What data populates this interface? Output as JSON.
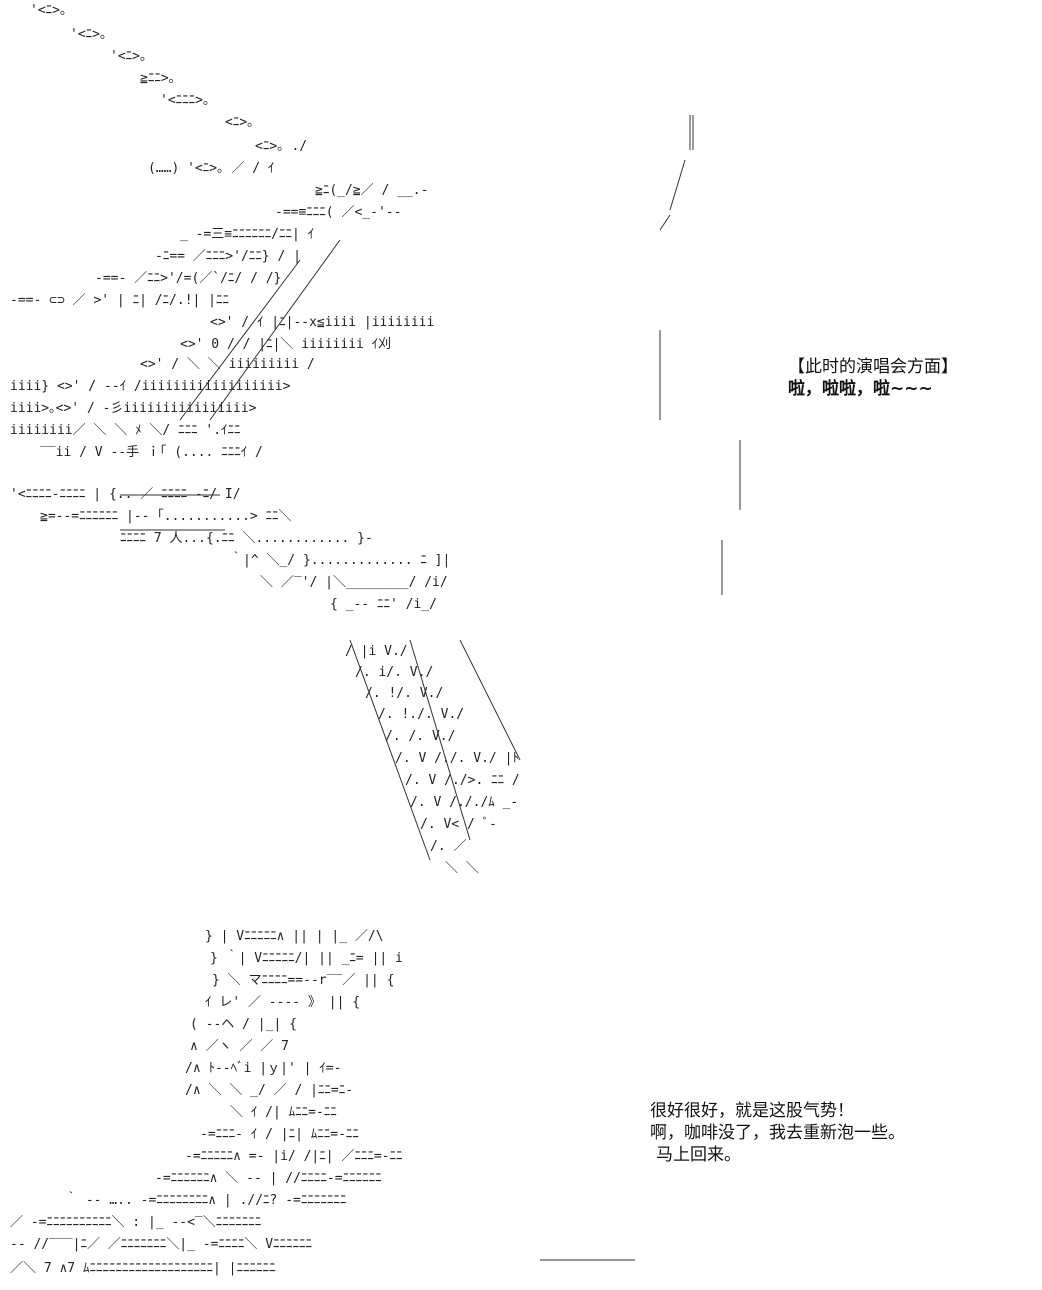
{
  "top_caption": {
    "line1": "【此时的演唱会方面】",
    "line2": "啦，啦啦，啦~~~"
  },
  "bottom_caption": {
    "line1": "很好很好，就是这股气势！",
    "line2": "啊，咖啡没了，我去重新泡一些。",
    "line3": "马上回来。"
  },
  "art": {
    "ink_color": "#222222",
    "lines": [
      "'<ﾆ>｡",
      "'<ﾆ>｡",
      "'<ﾆ>｡",
      "≧ﾆﾆ>｡",
      "'<ﾆﾆﾆ>｡",
      "<ﾆ>｡",
      "<ﾆ>｡  ./",
      "(……)   '<ﾆ>｡ ／ /  ｲ",
      "≧ﾆ(_/≧／ /  __.-",
      "-==≡ﾆﾆﾆ( ／<_-'--",
      "_ -=三≡ﾆﾆﾆﾆﾆﾆ/ﾆﾆ| ｲ",
      "-ﾆ== ／ﾆﾆﾆ>'/ﾆﾆ} / |",
      "-==- ／ﾆﾆ>'/=(／`/ﾆ/ / /}",
      "-==-  ⊂⊃ ／ >'  | ﾆ|  /ﾆ/.!| |ﾆﾆ",
      "<>'  / ｲ |ﾆ|--x≦iiii |iiiiiiii",
      "<>' 0  / /  |ﾆ|＼  iiiiiiii ｲ刈",
      "<>'  /  ＼ ＼ iiiiiiiii /",
      "iiii} <>' /  --ｲ /iiiiiiiiiiiiiiiiii>",
      "iiii>｡<>' /  -彡iiiiiiiiiiiiiiii>",
      "iiiiiiii／ ＼ ＼  ﾒ ＼/ ﾆﾆﾆ  '.ｲﾆﾆ",
      "‾‾ii /  V  --手 ｉ｢ (.... ﾆﾆﾆｲ /",
      "'<ﾆﾆﾆﾆ-ﾆﾆﾆﾆ |  {.. ／ ﾆﾆﾆﾆ -ﾆ/ I/",
      "≧=--=ﾆﾆﾆﾆﾆﾆ |-- ｢...........> ﾆﾆ＼",
      "ﾆﾆﾆﾆ 7  人...{.ﾆﾆ ＼............ }-",
      "｀|^ ＼_/ }............. ﾆ ]|",
      "＼ ／‾'/ |＼________/ /i/",
      "{  _-- ﾆﾆ' /i_/",
      "/  |i  V./",
      "/.  i/.  V./",
      "/.  !/.  V./",
      "/.  !./.  V./",
      "/.  /.  V./",
      "/.  V /./.  V./ |ﾄ",
      "/.  V /./>.  ﾆﾆ /",
      "/.  V /././ﾑ  _-",
      "/.  V<  /  ﾞ-",
      "/.  ／",
      "＼ ＼",
      "}  |  Vﾆﾆﾆﾆﾆ∧  ||  |  |_ ／/\\",
      "} ｀| Vﾆﾆﾆﾆﾆ/|  ||  _ﾆ=  || i",
      "} ＼ マﾆﾆﾆﾆ==--r‾‾／  || {",
      "ｲ  レ' ／ ---- 》 || {",
      "(  --ヘ  /  |_| {",
      "∧  ／ヽ  ／ ／ 7",
      "/∧ ﾄ--ﾍﾞi  |ｙ|'  |  ｲ=-",
      "/∧ ＼  ＼ _/  ／ /  |ﾆﾆ=ﾆ-",
      "＼  ｲ  /| ﾑﾆﾆ=-ﾆﾆ",
      "-=ﾆﾆﾆ-  ｲ /  |ﾆ| ﾑﾆﾆ=-ﾆﾆ",
      "-=ﾆﾆﾆﾆﾆ∧ =-  |i/  /|ﾆ| ／ﾆﾆﾆ=-ﾆﾆ",
      "-=ﾆﾆﾆﾆﾆﾆ∧ ＼ -- |  //ﾆﾆﾆﾆ-=ﾆﾆﾆﾆﾆﾆ",
      "｀ -- ….. -=ﾆﾆﾆﾆﾆﾆﾆﾆ∧ |  .//ﾆ? -=ﾆﾆﾆﾆﾆﾆﾆ",
      "／  -=ﾆﾆﾆﾆﾆﾆﾆﾆﾆﾆ＼ : |_ --<‾＼ﾆﾆﾆﾆﾆﾆﾆ",
      "--  //‾‾‾|ﾆ／ ／ﾆﾆﾆﾆﾆﾆﾆ＼|_ -=ﾆﾆﾆﾆ＼ Vﾆﾆﾆﾆﾆﾆ",
      "／＼  7  ∧7 ﾑﾆﾆﾆﾆﾆﾆﾆﾆﾆﾆﾆﾆﾆﾆﾆﾆﾆﾆﾆ| |ﾆﾆﾆﾆﾆﾆ"
    ]
  }
}
